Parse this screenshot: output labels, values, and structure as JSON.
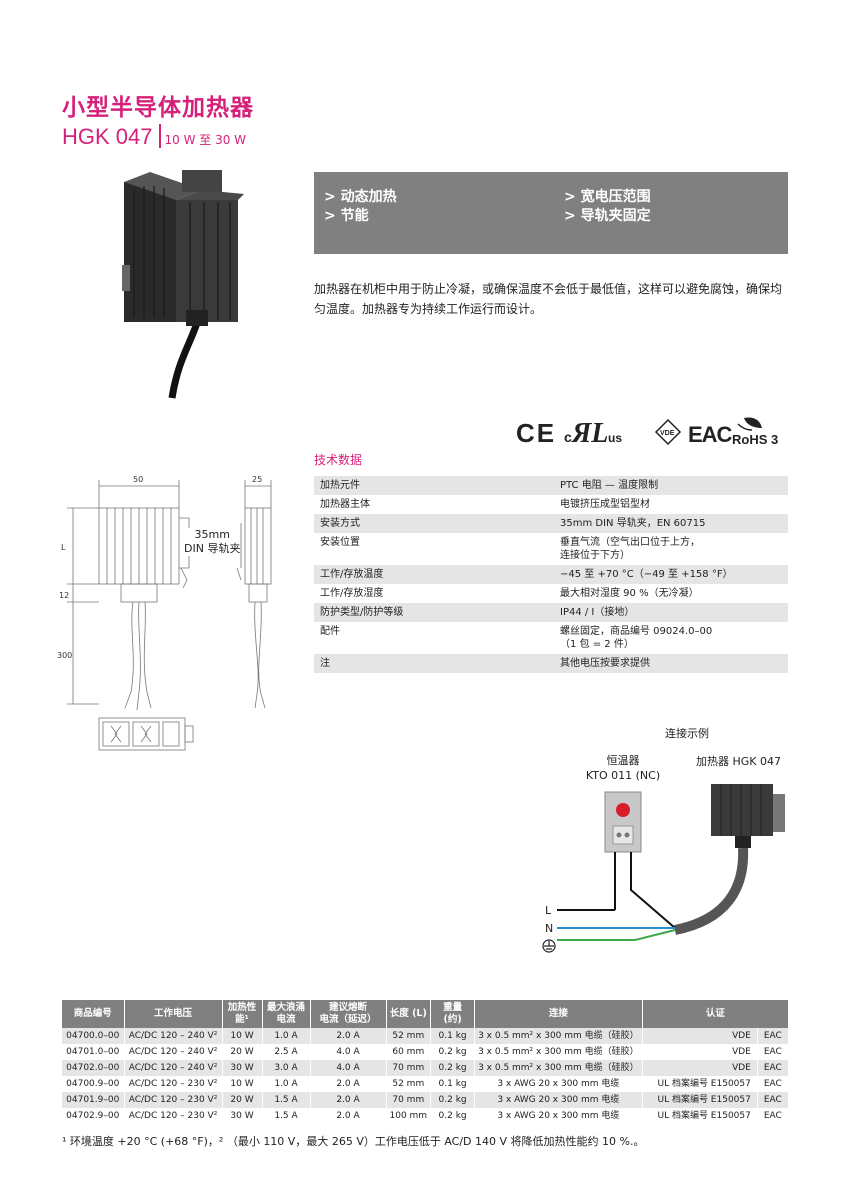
{
  "header": {
    "title": "小型半导体加热器",
    "model": "HGK 047",
    "power_range": "10 W 至 30 W"
  },
  "features": [
    "> 动态加热",
    "> 节能",
    "> 宽电压范围",
    "> 导轨夹固定"
  ],
  "description": "加热器在机柜中用于防止冷凝，或确保温度不会低于最低值，这样可以避免腐蚀，确保均匀温度。加热器专为持续工作运行而设计。",
  "certifications": {
    "ce": "CE",
    "ul_c": "c",
    "ul_us": "us",
    "vde": "VDE",
    "eac": "EAC",
    "rohs": "RoHS 3"
  },
  "tech": {
    "heading": "技术数据",
    "rows": [
      {
        "k": "加热元件",
        "v": "PTC 电阻 — 温度限制"
      },
      {
        "k": "加热器主体",
        "v": "电镀挤压成型铝型材"
      },
      {
        "k": "安装方式",
        "v": "35mm DIN 导轨夹，EN 60715"
      },
      {
        "k": "安装位置",
        "v": "垂直气流（空气出口位于上方，\n连接位于下方）"
      },
      {
        "k": "工作/存放温度",
        "v": "−45 至 +70 °C（−49 至 +158 °F）"
      },
      {
        "k": "工作/存放湿度",
        "v": "最大相对湿度 90 %（无冷凝）"
      },
      {
        "k": "防护类型/防护等级",
        "v": "IP44 / I（接地）"
      },
      {
        "k": "配件",
        "v": "螺丝固定，商品编号 09024.0–00\n（1 包 = 2 件）"
      },
      {
        "k": "注",
        "v": "其他电压按要求提供"
      }
    ]
  },
  "drawing": {
    "width": "50",
    "depth": "25",
    "height": "L",
    "gap": "12",
    "cable": "300",
    "rail_label": "35mm\nDIN 导轨夹"
  },
  "connection": {
    "title": "连接示例",
    "thermostat": "恒温器\nKTO 011 (NC)",
    "heater": "加热器 HGK 047",
    "wire_l": "L",
    "wire_n": "N"
  },
  "order": {
    "headers": [
      "商品编号",
      "工作电压",
      "加热性\n能¹",
      "最大浪涌\n电流",
      "建议熔断\n电流（延迟）",
      "长度 (L)",
      "重量\n(约)",
      "连接",
      "认证"
    ],
    "rows": [
      [
        "04700.0–00",
        "AC/DC 120 – 240 V²",
        "10 W",
        "1.0 A",
        "2.0 A",
        "52 mm",
        "0.1 kg",
        "3 x 0.5 mm² x 300 mm 电缆（硅胶）",
        "VDE",
        "EAC"
      ],
      [
        "04701.0–00",
        "AC/DC 120 – 240 V²",
        "20 W",
        "2.5 A",
        "4.0 A",
        "60 mm",
        "0.2 kg",
        "3 x 0.5 mm² x 300 mm 电缆（硅胶）",
        "VDE",
        "EAC"
      ],
      [
        "04702.0–00",
        "AC/DC 120 – 240 V²",
        "30 W",
        "3.0 A",
        "4.0 A",
        "70 mm",
        "0.2 kg",
        "3 x 0.5 mm² x 300 mm 电缆（硅胶）",
        "VDE",
        "EAC"
      ],
      [
        "04700.9–00",
        "AC/DC 120 – 230 V²",
        "10 W",
        "1.0 A",
        "2.0 A",
        "52 mm",
        "0.1 kg",
        "3 x AWG 20 x 300 mm 电缆",
        "UL 档案编号 E150057",
        "EAC"
      ],
      [
        "04701.9–00",
        "AC/DC 120 – 230 V²",
        "20 W",
        "1.5 A",
        "2.0 A",
        "70 mm",
        "0.2 kg",
        "3 x AWG 20 x 300 mm 电缆",
        "UL 档案编号 E150057",
        "EAC"
      ],
      [
        "04702.9–00",
        "AC/DC 120 – 230 V²",
        "30 W",
        "1.5 A",
        "2.0 A",
        "100 mm",
        "0.2 kg",
        "3 x AWG 20 x 300 mm 电缆",
        "UL 档案编号 E150057",
        "EAC"
      ]
    ]
  },
  "footnote": "¹ 环境温度 +20 °C (+68 °F)，² （最小 110 V，最大 265 V）工作电压低于 AC/D 140 V 将降低加热性能约 10 %.。"
}
